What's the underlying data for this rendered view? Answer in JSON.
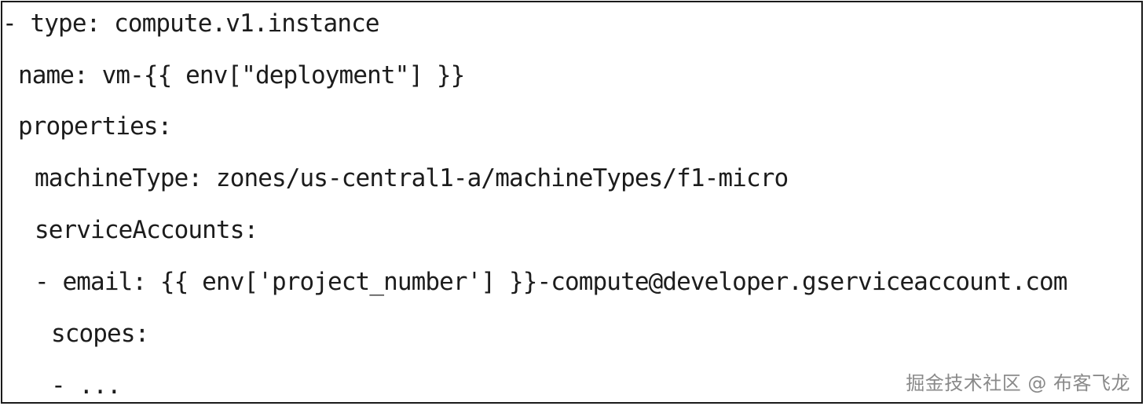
{
  "code": {
    "lines": [
      "- type: compute.v1.instance",
      "name: vm-{{ env[\"deployment\"] }}",
      "properties:",
      "machineType: zones/us-central1-a/machineTypes/f1-micro",
      "serviceAccounts:",
      "- email: {{ env['project_number'] }}-compute@developer.gserviceaccount.com",
      "scopes:",
      "- ..."
    ]
  },
  "watermark": {
    "text": "掘金技术社区 @ 布客飞龙"
  }
}
